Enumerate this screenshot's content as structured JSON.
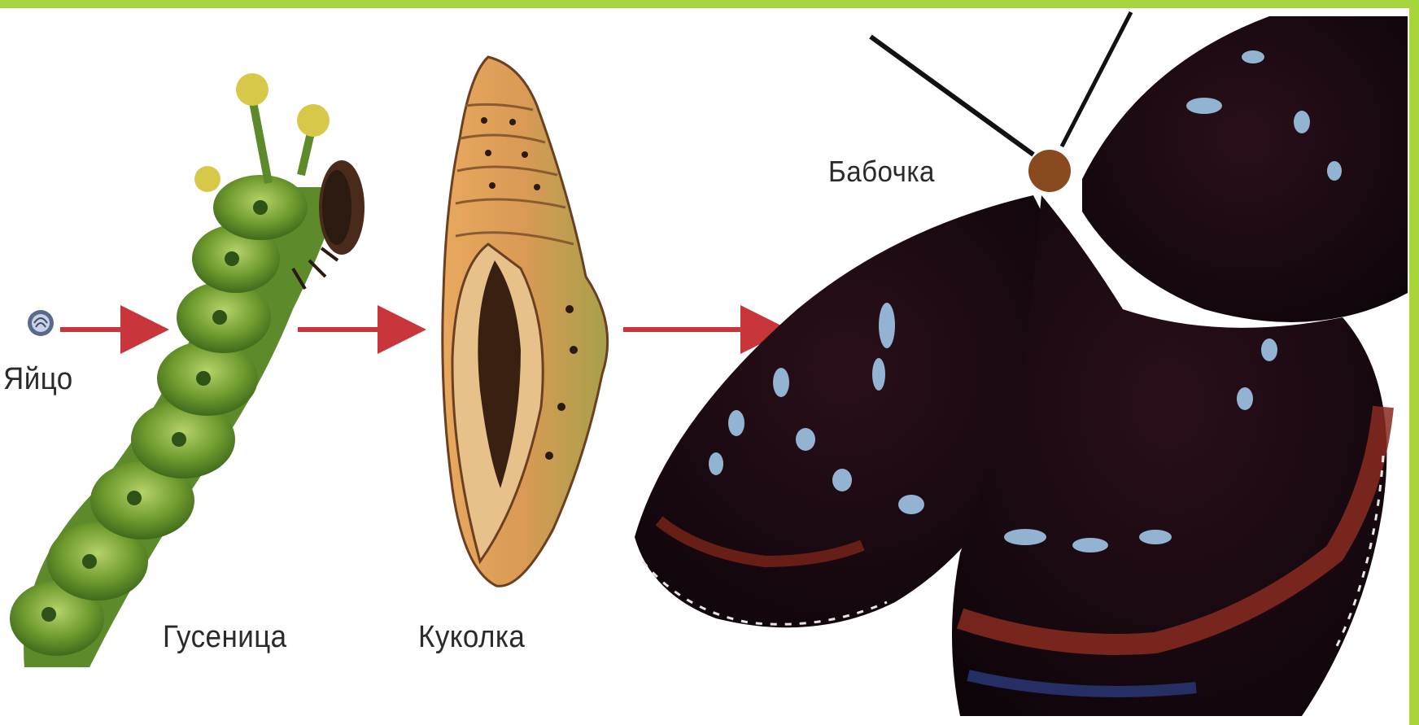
{
  "stages": {
    "egg": "Яйцо",
    "caterpillar": "Гусеница",
    "pupa": "Куколка",
    "butterfly": "Бабочка"
  },
  "colors": {
    "frame": "#a6d43a",
    "arrow": "#c8353a",
    "caterpillar": "#7aa33a",
    "pupa": "#c98a4a",
    "butterfly": "#1a0a12",
    "wing_band": "#8a2a20",
    "wing_spots": "#9fc6e6"
  }
}
